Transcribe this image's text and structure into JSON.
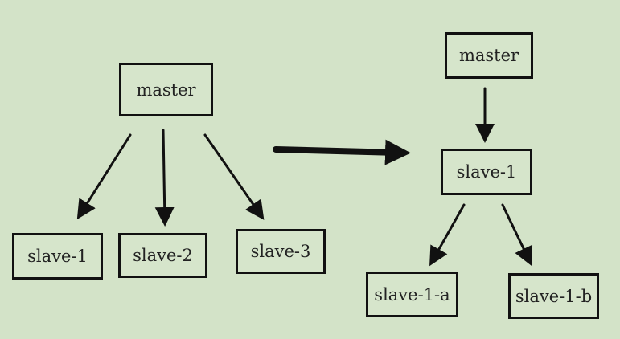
{
  "left_tree": {
    "root": "master",
    "children": [
      "slave-1",
      "slave-2",
      "slave-3"
    ]
  },
  "right_tree": {
    "root": "master",
    "middle": "slave-1",
    "children": [
      "slave-1-a",
      "slave-1-b"
    ]
  },
  "colors": {
    "background": "#d3e3c8",
    "ink": "#111111"
  }
}
